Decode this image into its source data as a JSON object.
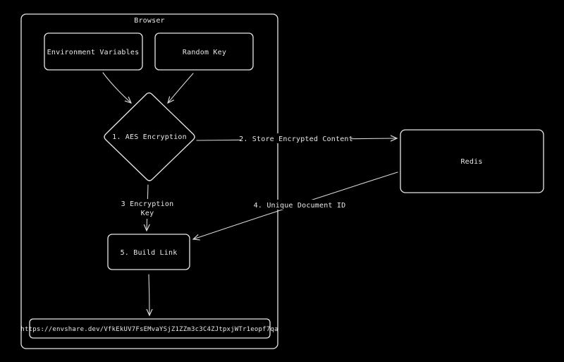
{
  "diagram": {
    "container_label": "Browser",
    "nodes": {
      "env_vars": "Environment Variables",
      "random_key": "Random Key",
      "aes": "1. AES Encryption",
      "redis": "Redis",
      "build_link": "5. Build Link",
      "url": "https://envshare.dev/VfkEkUV7FsEMvaYSjZ1ZZm3c3C4ZJtpxjWTr1eopf7qa"
    },
    "edges": {
      "store": "2. Store Encrypted Content",
      "key_line1": "3 Encryption",
      "key_line2": "Key",
      "doc_id": "4. Unique Document ID"
    },
    "colors": {
      "background": "#000000",
      "stroke": "#e8e8e8"
    }
  }
}
